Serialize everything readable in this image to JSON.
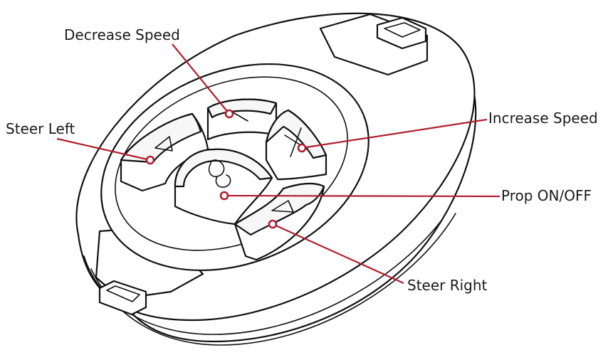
{
  "diagram": {
    "callouts": {
      "decrease_speed": "Decrease Speed",
      "increase_speed": "Increase Speed",
      "steer_left": "Steer Left",
      "prop_on_off": "Prop ON/OFF",
      "steer_right": "Steer Right"
    },
    "colors": {
      "leader_line": "#b01e2f",
      "outline": "#111111",
      "background": "#ffffff"
    },
    "icons": [
      "minus-icon",
      "plus-icon",
      "arrow-left-icon",
      "arrow-right-icon",
      "propeller-icon"
    ]
  }
}
